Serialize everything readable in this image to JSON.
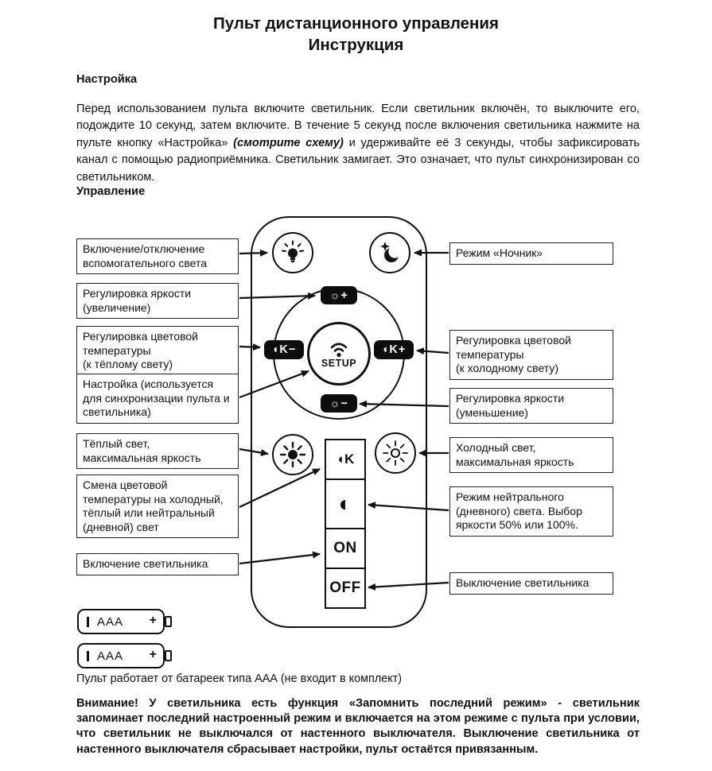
{
  "page": {
    "title": "Пульт дистанционного управления\nИнструкция"
  },
  "setup_section": {
    "heading": "Настройка",
    "text_before": "Перед использованием пульта включите светильник. Если светильник включён, то выключите его, подождите 10 секунд, затем включите. В течение 5 секунд после включения светильника нажмите на пульте кнопку «Настройка» ",
    "text_italic": "(смотрите схему)",
    "text_after": " и удерживайте её 3 секунды, чтобы зафиксировать канал с помощью радиоприёмника. Светильник замигает. Это означает, что пульт синхронизирован со светильником."
  },
  "control_section": {
    "heading": "Управление"
  },
  "remote": {
    "setup_label": "SETUP",
    "on_label": "ON",
    "off_label": "OFF",
    "brightness_up": "☼+",
    "brightness_down": "☼−",
    "temp_warm": "◖K−",
    "temp_cold": "◖K+",
    "temp_toggle": "◖K",
    "neutral_icon": "◐"
  },
  "left_labels": [
    "Включение/отключение\nвспомогательного света",
    "Регулировка яркости\n(увеличение)",
    "Регулировка цветовой\nтемпературы\n(к тёплому свету)",
    "Настройка (используется\nдля синхронизации пульта и\nсветильника)",
    "Тёплый свет,\nмаксимальная яркость",
    "Смена цветовой\nтемпературы на холодный,\nтёплый или нейтральный\n(дневной) свет",
    "Включение светильника"
  ],
  "right_labels": [
    "Режим «Ночник»",
    "Регулировка цветовой\nтемпературы\n(к холодному свету)",
    "Регулировка яркости\n(уменьшение)",
    "Холодный свет,\nмаксимальная яркость",
    "Режим нейтрального\n(дневного) света. Выбор\nяркости 50% или 100%.",
    "Выключение светильника"
  ],
  "battery": {
    "label": "AAA",
    "plus": "+",
    "caption": "Пульт работает от батареек типа ААА (не входит в комплект)"
  },
  "warning": "Внимание! У светильника есть функция «Запомнить последний режим» - светильник запоминает последний настроенный режим и включается на этом режиме с пульта при условии, что светильник не выключался от настенного выключателя. Выключение светильника от настенного выключателя сбрасывает настройки, пульт остаётся привязанным."
}
